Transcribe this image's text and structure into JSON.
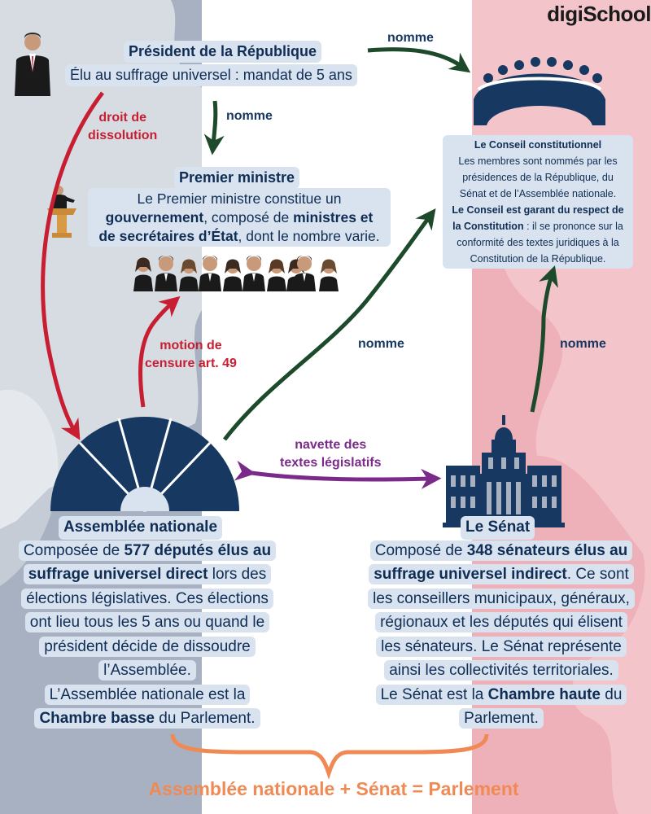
{
  "brand": {
    "logo": "digiSchool"
  },
  "president": {
    "title": "Président de la République",
    "text": "Élu au suffrage universel : mandat de 5 ans"
  },
  "premier": {
    "title": "Premier ministre",
    "line1": "Le Premier ministre constitue un",
    "line2_bold1": "gouvernement",
    "line2_rest": ", composé de ",
    "line2_bold2": "ministres et",
    "line3_bold": "de secrétaires d’État",
    "line3_rest": ", dont le nombre varie."
  },
  "conseil": {
    "title": "Le Conseil constitutionnel",
    "l1": "Les membres sont nommés par les",
    "l2": "présidences de la République, du",
    "l3": "Sénat et de l’Assemblée nationale.",
    "l4": "Le Conseil est garant du respect de",
    "l5_bold": "la Constitution",
    "l5_rest": " : il se prononce sur la",
    "l6": "conformité des textes juridiques à la",
    "l7": "Constitution de la République."
  },
  "assemblee": {
    "title": "Assemblée nationale",
    "l1a": "Composée de ",
    "l1b": "577 députés élus au",
    "l2a": "suffrage universel direct",
    "l2b": " lors des",
    "l3": "élections législatives. Ces élections",
    "l4": "ont lieu tous les 5 ans ou quand le",
    "l5": "président décide de dissoudre",
    "l6": "l’Assemblée.",
    "l7": "L’Assemblée nationale est la",
    "l8a": "Chambre basse",
    "l8b": " du Parlement."
  },
  "senat": {
    "title": "Le Sénat",
    "l1a": "Composé de ",
    "l1b": "348 sénateurs élus au",
    "l2a": "suffrage universel indirect",
    "l2b": ". Ce sont",
    "l3": "les conseillers municipaux, généraux,",
    "l4": "régionaux et les députés qui élisent",
    "l5": "les sénateurs. Le Sénat représente",
    "l6": "ainsi les collectivités territoriales.",
    "l7a": "Le Sénat est la ",
    "l7b": "Chambre haute",
    "l7c": " du",
    "l8": "Parlement."
  },
  "arrows": {
    "nomme_top": "nomme",
    "nomme_pm": "nomme",
    "nomme_an": "nomme",
    "nomme_senat": "nomme",
    "dissolution_1": "droit de",
    "dissolution_2": "dissolution",
    "motion_1": "motion de",
    "motion_2": "censure art. 49",
    "navette_1": "navette des",
    "navette_2": "textes législatifs"
  },
  "formula": "Assemblée nationale + Sénat = Parlement",
  "colors": {
    "navy": "#163861",
    "red": "#c81e32",
    "green": "#1c4a2a",
    "purple": "#7b2a8a",
    "orange": "#f08a55",
    "flag_blue": "#a7b1c1",
    "flag_red": "#efb1b9"
  }
}
